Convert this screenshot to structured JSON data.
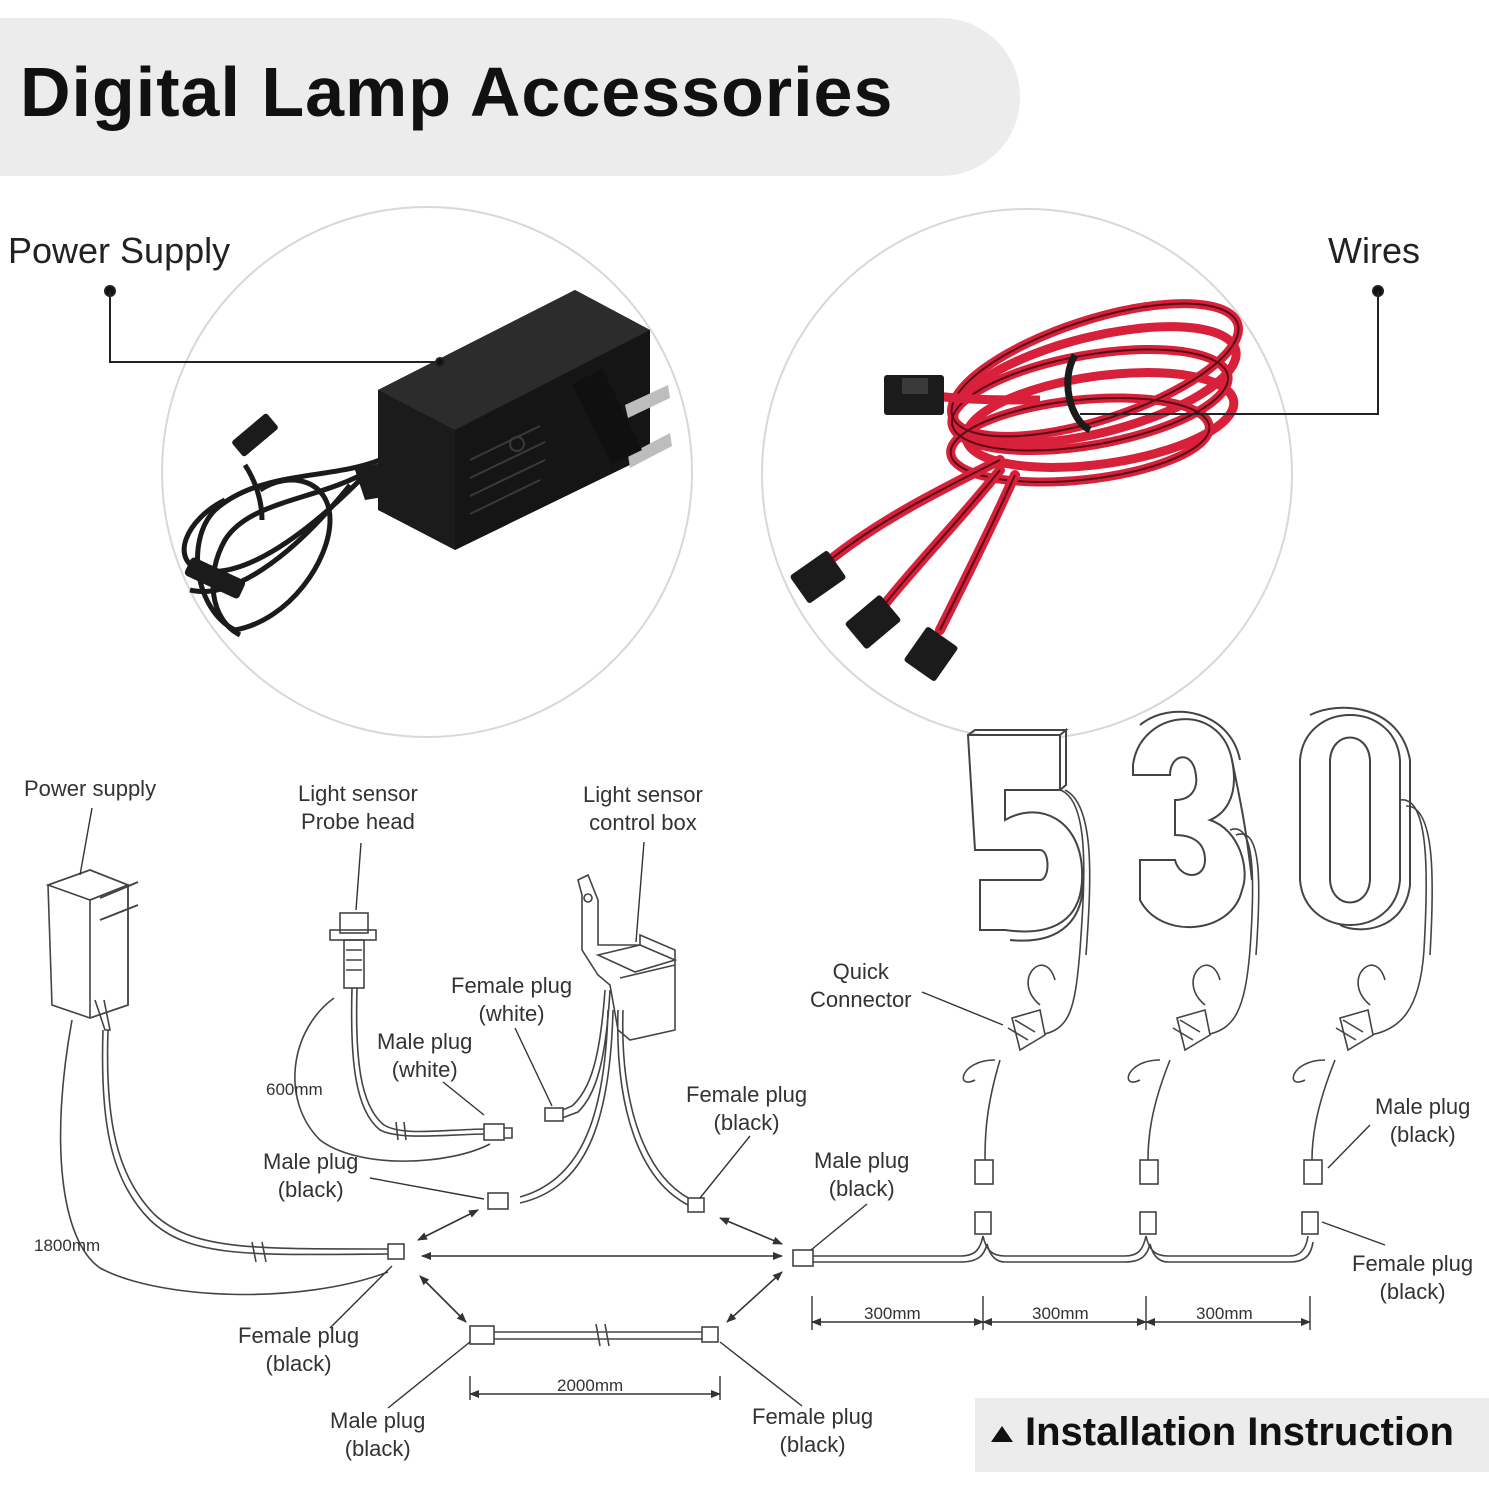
{
  "title": "Digital Lamp Accessories",
  "photos": {
    "power_supply_label": "Power Supply",
    "wires_label": "Wires"
  },
  "diagram": {
    "labels": {
      "power_supply": "Power supply",
      "light_sensor_probe": [
        "Light sensor",
        "Probe head"
      ],
      "light_sensor_box": [
        "Light sensor",
        "control box"
      ],
      "female_plug_white": [
        "Female plug",
        "(white)"
      ],
      "male_plug_white": [
        "Male plug",
        "(white)"
      ],
      "female_plug_black_sensor": [
        "Female plug",
        "(black)"
      ],
      "male_plug_black_sensor": [
        "Male plug",
        "(black)"
      ],
      "male_plug_black_main": [
        "Male plug",
        "(black)"
      ],
      "female_plug_black_ps": [
        "Female plug",
        "(black)"
      ],
      "male_plug_black_ext": [
        "Male plug",
        "(black)"
      ],
      "female_plug_black_ext": [
        "Female plug",
        "(black)"
      ],
      "quick_connector": [
        "Quick",
        "Connector"
      ],
      "male_plug_black_right": [
        "Male plug",
        "(black)"
      ],
      "female_plug_black_right": [
        "Female plug",
        "(black)"
      ]
    },
    "dimensions": {
      "sensor_cable": "600mm",
      "ps_cable": "1800mm",
      "extension": "2000mm",
      "spacing_1": "300mm",
      "spacing_2": "300mm",
      "spacing_3": "300mm"
    },
    "digits": [
      "5",
      "3",
      "0"
    ]
  },
  "footer": {
    "install_label": "Installation Instruction"
  },
  "colors": {
    "banner_bg": "#ececec",
    "wire_red": "#d8203a",
    "adapter_black": "#1b1b1b",
    "line_art": "#444444"
  }
}
